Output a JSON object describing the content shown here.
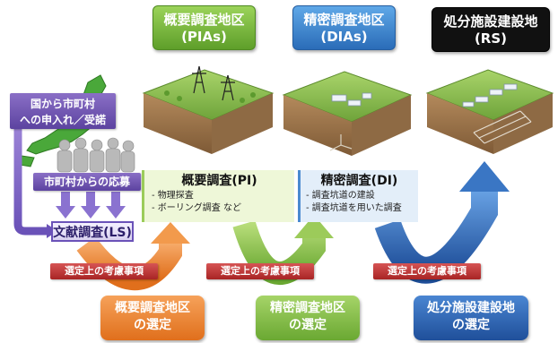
{
  "headers": {
    "pia": {
      "line1": "概要調査地区",
      "line2": "(PIAs)"
    },
    "dia": {
      "line1": "精密調査地区",
      "line2": "(DIAs)"
    },
    "rs": {
      "line1": "処分施設建設地",
      "line2": "(RS)"
    }
  },
  "left": {
    "request": {
      "line1": "国から市町村",
      "line2": "への申入れ／受諾"
    },
    "application": "市町村からの応募",
    "ls": "文献調査(LS)"
  },
  "pi": {
    "title": "概要調査(PI)",
    "items": [
      "- 物理探査",
      "- ボーリング調査 など"
    ]
  },
  "di": {
    "title": "精密調査(DI)",
    "items": [
      "- 調査坑道の建設",
      "- 調査坑道を用いた調査"
    ]
  },
  "considerations": [
    "選定上の考慮事項",
    "選定上の考慮事項",
    "選定上の考慮事項"
  ],
  "selections": [
    {
      "line1": "概要調査地区",
      "line2": "の選定"
    },
    {
      "line1": "精密調査地区",
      "line2": "の選定"
    },
    {
      "line1": "処分施設建設地",
      "line2": "の選定"
    }
  ],
  "icons": [
    "japan-map-icon",
    "people-group-icon",
    "pylon-icon",
    "facility-icon"
  ],
  "colors": {
    "pia": "#6aa832",
    "dia": "#2a6cb8",
    "rs": "#111111",
    "purple": "#6a52b8",
    "red": "#b83030",
    "orange": "#e8862e"
  }
}
